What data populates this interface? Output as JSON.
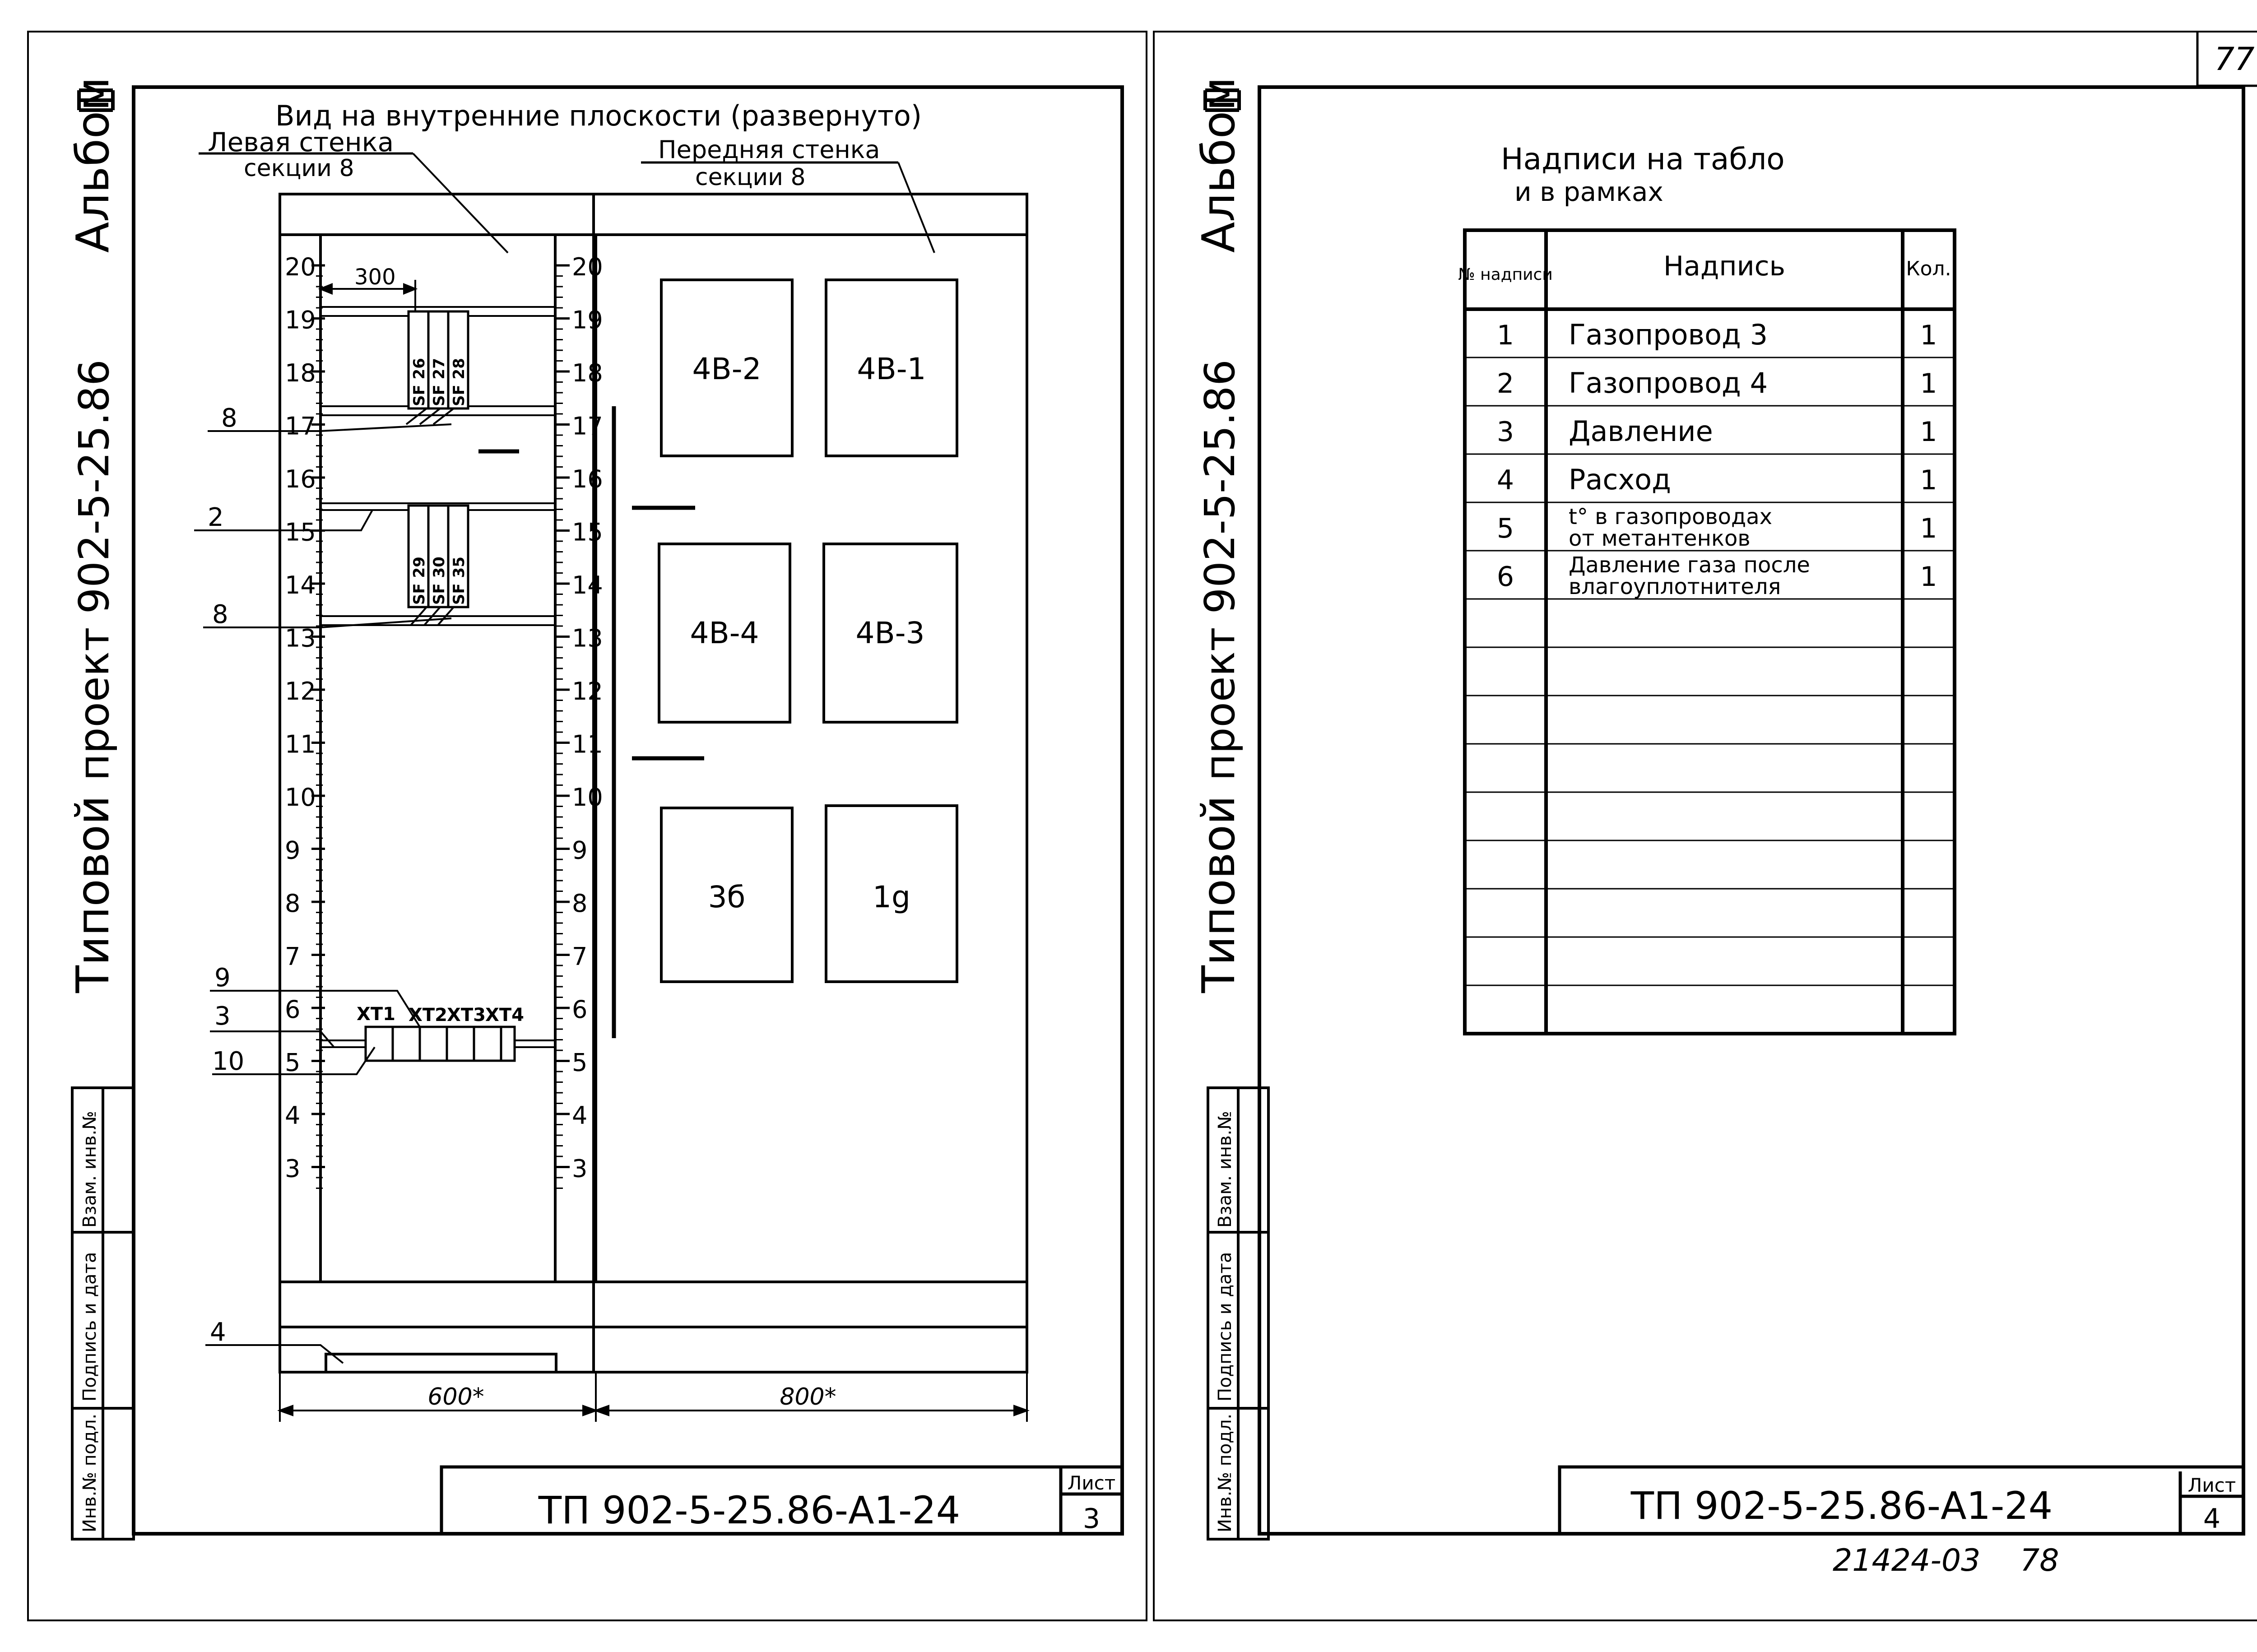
{
  "page_number": "77",
  "footer_code": "21424-03",
  "footer_page": "78",
  "left_sheet": {
    "album_label": "Альбом",
    "album_number": "III",
    "project_label": "Типовой",
    "project_code": "проект 902-5-25.86",
    "side_boxes": [
      "Взам. инв.№",
      "Подпись и дата",
      "Инв.№ подл."
    ],
    "main_title": "Вид на внутренние плоскости (развернуто)",
    "left_wall_title": "Левая стенка",
    "left_wall_subtitle": "секции 8",
    "front_wall_title": "Передняя стенка",
    "front_wall_subtitle": "секции 8",
    "dim_300": "300",
    "dim_600": "600*",
    "dim_800": "800*",
    "ruler_left": [
      "20",
      "19",
      "18",
      "17",
      "16",
      "15",
      "14",
      "13",
      "12",
      "11",
      "10",
      "9",
      "8",
      "7",
      "6",
      "5",
      "4",
      "3"
    ],
    "ruler_right": [
      "20",
      "19",
      "18",
      "17",
      "16",
      "15",
      "14",
      "13",
      "12",
      "11",
      "10",
      "9",
      "8",
      "7",
      "6",
      "5",
      "4",
      "3"
    ],
    "breakers_top": [
      "SF 26",
      "SF 27",
      "SF 28"
    ],
    "breakers_mid": [
      "SF 29",
      "SF 30",
      "SF 35"
    ],
    "terminal_labels": [
      "XT1",
      "XT2",
      "XT3",
      "XT4"
    ],
    "callouts": [
      "8",
      "2",
      "8",
      "9",
      "3",
      "10",
      "4"
    ],
    "panels": [
      "4B-2",
      "4B-1",
      "4B-4",
      "4B-3",
      "3б",
      "1g"
    ],
    "stamp_code": "ТП 902-5-25.86-А1-24",
    "sheet_label": "Лист",
    "sheet_number": "3"
  },
  "right_sheet": {
    "album_label": "Альбом",
    "album_number": "III",
    "project_label": "Типовой",
    "project_code": "проект 902-5-25.86",
    "side_boxes": [
      "Взам. инв.№",
      "Подпись и дата",
      "Инв.№ подл."
    ],
    "table_title_line1": "Надписи на табло",
    "table_title_line2": "и в рамках",
    "table_headers": [
      "№ надписи",
      "Надпись",
      "Кол."
    ],
    "table_rows": [
      {
        "num": "1",
        "line1": "Газопровод 3",
        "line2": "",
        "qty": "1"
      },
      {
        "num": "2",
        "line1": "Газопровод 4",
        "line2": "",
        "qty": "1"
      },
      {
        "num": "3",
        "line1": "Давление",
        "line2": "",
        "qty": "1"
      },
      {
        "num": "4",
        "line1": "Расход",
        "line2": "",
        "qty": "1"
      },
      {
        "num": "5",
        "line1": "t° в газопроводах",
        "line2": "от метантенков",
        "qty": "1"
      },
      {
        "num": "6",
        "line1": "Давление газа после",
        "line2": "влагоуплотнителя",
        "qty": "1"
      }
    ],
    "stamp_code": "ТП 902-5-25.86-А1-24",
    "sheet_label": "Лист",
    "sheet_number": "4"
  }
}
